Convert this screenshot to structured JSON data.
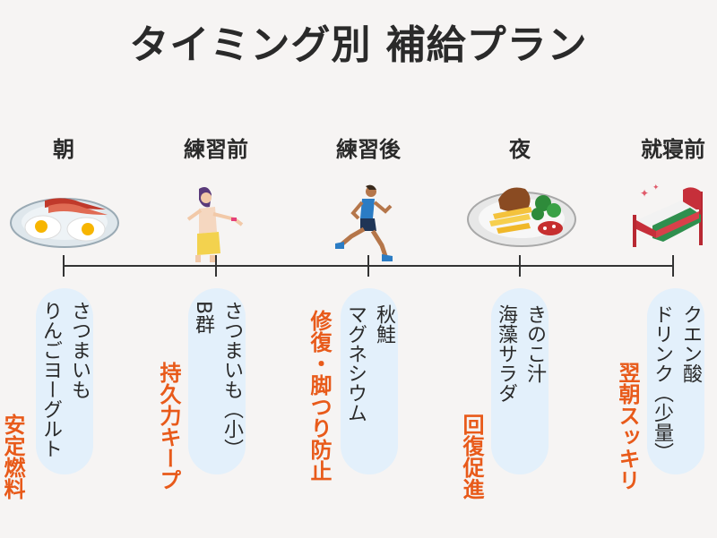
{
  "title": "タイミング別 補給プラン",
  "timeline": [
    {
      "period": "朝",
      "foods": [
        "さつまいも",
        "りんごヨーグルト"
      ],
      "benefit": "安定燃料",
      "illustration": "eggs-bacon-plate-icon"
    },
    {
      "period": "練習前",
      "foods": [
        "さつまいも（小）",
        "B群"
      ],
      "benefit": "持久力キープ",
      "illustration": "stretching-woman-icon"
    },
    {
      "period": "練習後",
      "foods": [
        "秋鮭",
        "マグネシウム"
      ],
      "benefit": "修復・脚つり防止",
      "illustration": "running-man-icon"
    },
    {
      "period": "夜",
      "foods": [
        "きのこ汁",
        "海藻サラダ"
      ],
      "benefit": "回復促進",
      "illustration": "dinner-plate-icon"
    },
    {
      "period": "就寝前",
      "foods": [
        "クエン酸",
        "ドリンク（少量）"
      ],
      "benefit": "翌朝スッキリ",
      "illustration": "bed-icon"
    }
  ],
  "colors": {
    "accent": "#e85a1a",
    "pill": "#e3f0fb",
    "line": "#333333"
  }
}
